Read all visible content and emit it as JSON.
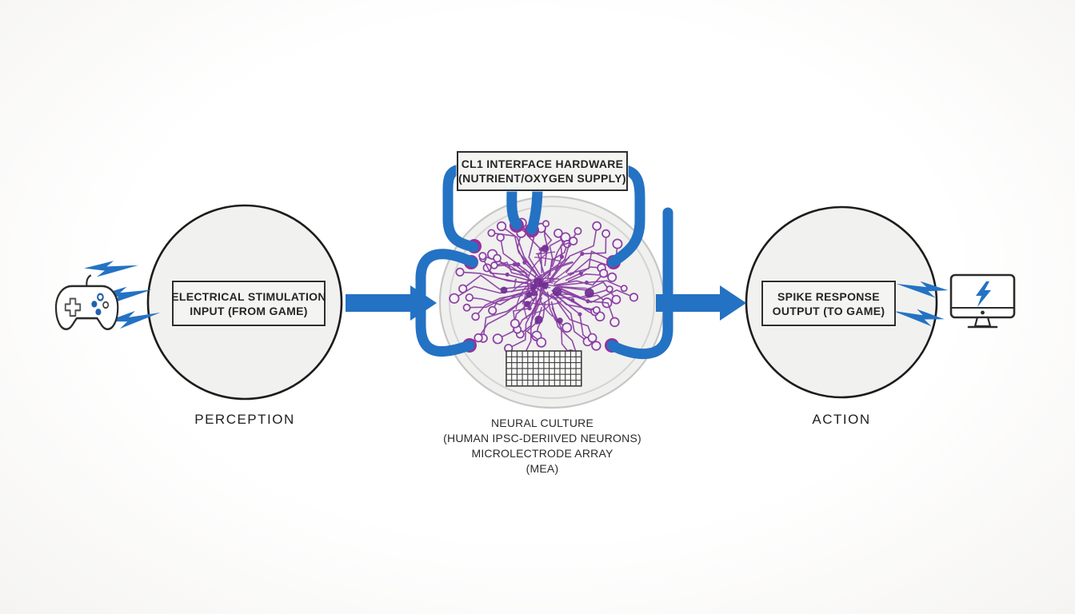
{
  "hardware_box": {
    "line1": "CL1 INTERFACE HARDWARE",
    "line2": "(NUTRIENT/OXYGEN SUPPLY)"
  },
  "perception": {
    "stage_label": "PERCEPTION",
    "box_line1": "ELECTRICAL STIMULATION",
    "box_line2": "INPUT (FROM GAME)"
  },
  "action": {
    "stage_label": "ACTION",
    "box_line1": "SPIKE RESPONSE",
    "box_line2": "OUTPUT (TO GAME)"
  },
  "culture_caption": {
    "line1": "NEURAL CULTURE",
    "line2": "(HUMAN IPSC-DERIIVED NEURONS)",
    "line3": "MICROLECTRODE ARRAY",
    "line4": "(MEA)"
  },
  "icons": {
    "left_device": "gamepad-icon",
    "left_signal": "lightning-bolts-icon",
    "right_signal": "lightning-bolts-icon",
    "right_device": "monitor-lightning-icon"
  },
  "colors": {
    "accent_blue": "#2472c3",
    "icon_blue": "#2361ab",
    "neuron_purple": "#8a3fa3",
    "neuron_dark": "#6f2e91",
    "connector_purple": "#99309b",
    "dish_fill": "#f0f0ee",
    "dish_ring": "#c6c6c6",
    "node_fill": "#f1f1ef",
    "outline_dark": "#1c1c1c",
    "grid_stroke": "#3d3d3d"
  }
}
